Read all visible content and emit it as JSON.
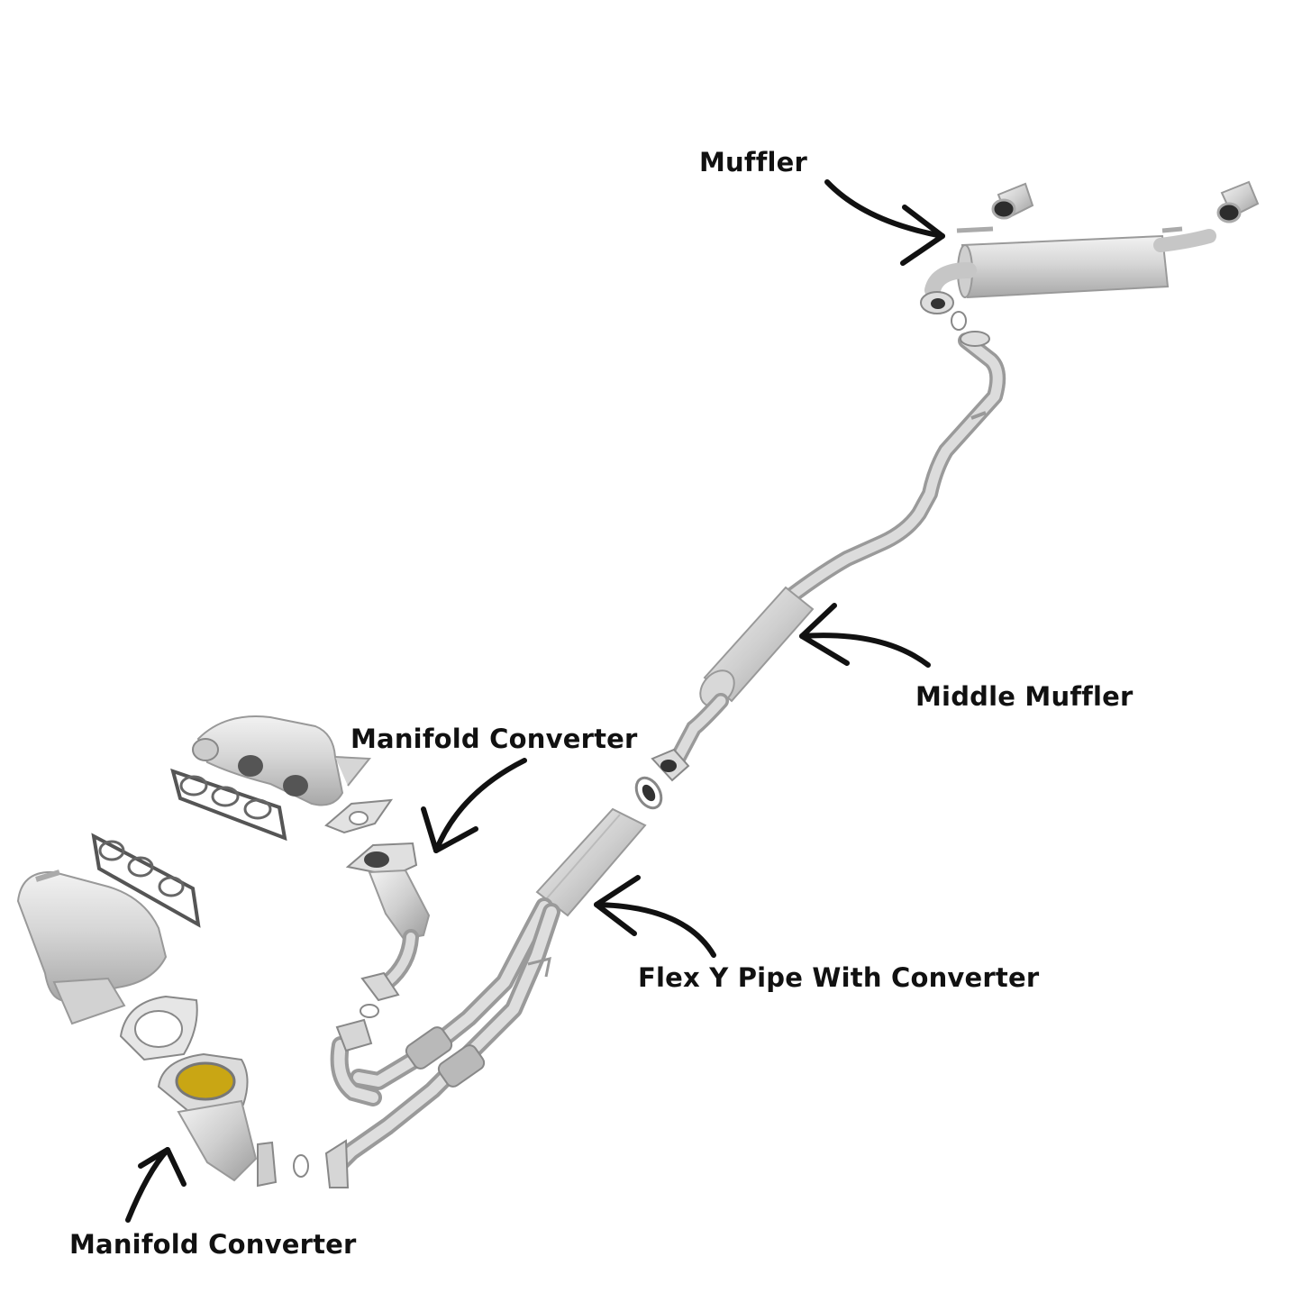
{
  "labels": {
    "muffler": "Muffler",
    "middle_muffler": "Middle Muffler",
    "manifold_converter_upper": "Manifold Converter",
    "flex_y_pipe": "Flex Y Pipe With Converter",
    "manifold_converter_lower": "Manifold Converter"
  },
  "colors": {
    "steel_light": "#e6e6e6",
    "steel_mid": "#c8c8c8",
    "steel_dark": "#9a9a9a",
    "arrow": "#111111",
    "catalyst": "#c9a614"
  }
}
